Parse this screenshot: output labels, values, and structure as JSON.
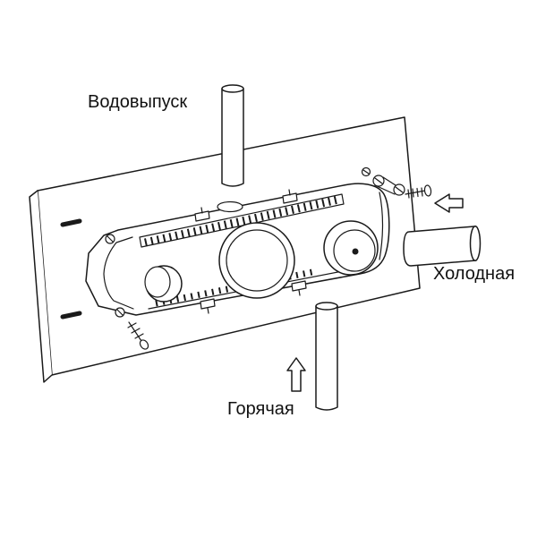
{
  "diagram": {
    "labels": {
      "outlet": "Водовыпуск",
      "cold": "Холодная",
      "hot": "Горячая"
    },
    "icons": {
      "cold_flow": "arrow-left-icon",
      "hot_flow": "arrow-up-icon"
    },
    "colors": {
      "line": "#1a1a1a",
      "background": "#ffffff",
      "text": "#111111"
    }
  }
}
